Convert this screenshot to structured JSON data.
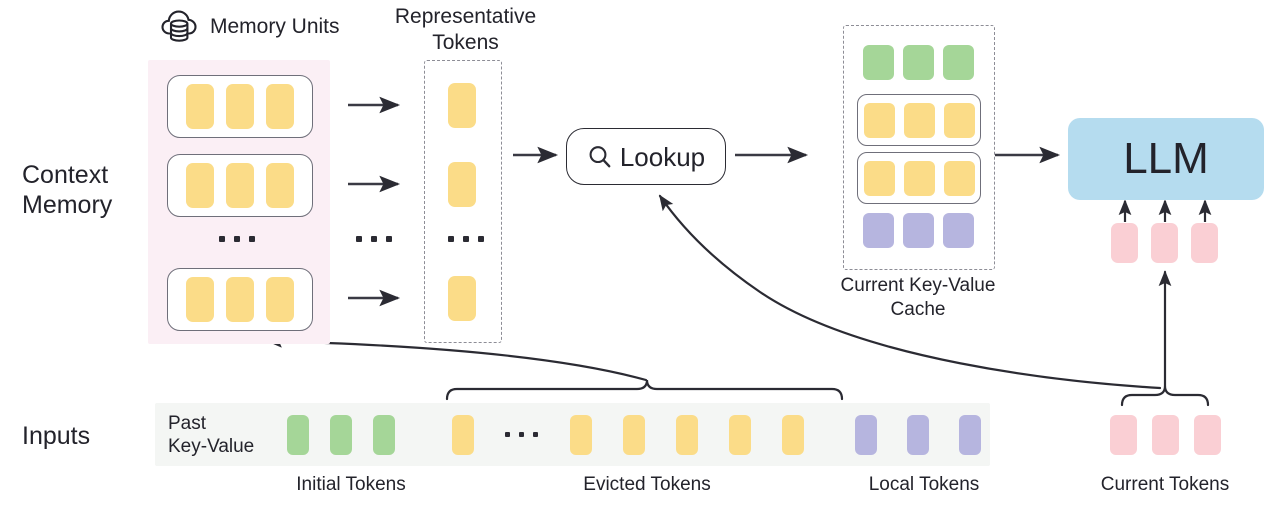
{
  "figure": {
    "type": "diagram",
    "title": "Context Memory LLM inference architecture",
    "colors": {
      "yellow_token": "#FBDC88",
      "green_token": "#A5D698",
      "purple_token": "#B6B5DF",
      "pink_token": "#FACFD4",
      "llm_box": "#B5DCEF",
      "context_panel": "#FBEFF5",
      "inputs_strip": "#F4F6F4",
      "stroke": "#2b2b33"
    }
  },
  "row_labels": {
    "context_memory": "Context\nMemory",
    "context_memory_line1": "Context",
    "context_memory_line2": "Memory",
    "inputs": "Inputs"
  },
  "memory_units": {
    "header": "Memory Units",
    "icon": "cloud-database-icon",
    "units": [
      {
        "tokens": [
          "yellow",
          "yellow",
          "yellow"
        ]
      },
      {
        "tokens": [
          "yellow",
          "yellow",
          "yellow"
        ]
      },
      {
        "tokens": [
          "yellow",
          "yellow",
          "yellow"
        ]
      }
    ],
    "ellipsis": "...",
    "arrow_count": 3
  },
  "representative_tokens": {
    "header_line1": "Representative",
    "header_line2": "Tokens",
    "tokens": [
      "yellow",
      "yellow",
      "yellow"
    ],
    "ellipsis": "..."
  },
  "lookup": {
    "label": "Lookup",
    "icon": "magnifier-icon"
  },
  "kv_cache": {
    "caption_line1": "Current Key-Value",
    "caption_line2": "Cache",
    "rows": [
      {
        "boxed": false,
        "tokens": [
          "green",
          "green",
          "green"
        ]
      },
      {
        "boxed": true,
        "tokens": [
          "yellow",
          "yellow",
          "yellow"
        ]
      },
      {
        "boxed": true,
        "tokens": [
          "yellow",
          "yellow",
          "yellow"
        ]
      },
      {
        "boxed": false,
        "tokens": [
          "purple",
          "purple",
          "purple"
        ]
      }
    ]
  },
  "llm": {
    "label": "LLM",
    "input_tokens": [
      "pink",
      "pink",
      "pink"
    ],
    "arrow_count": 3
  },
  "inputs": {
    "past_key_value_line1": "Past",
    "past_key_value_line2": "Key-Value",
    "segments": [
      {
        "name": "initial",
        "caption": "Initial Tokens",
        "tokens": [
          "green",
          "green",
          "green"
        ]
      },
      {
        "name": "evicted",
        "caption": "Evicted Tokens",
        "tokens": [
          "yellow",
          "ellipsis",
          "yellow",
          "yellow",
          "yellow",
          "yellow",
          "yellow"
        ]
      },
      {
        "name": "local",
        "caption": "Local Tokens",
        "tokens": [
          "purple",
          "purple",
          "purple"
        ]
      },
      {
        "name": "current",
        "caption": "Current Tokens",
        "tokens": [
          "pink",
          "pink",
          "pink"
        ]
      }
    ],
    "ellipsis": "..."
  }
}
